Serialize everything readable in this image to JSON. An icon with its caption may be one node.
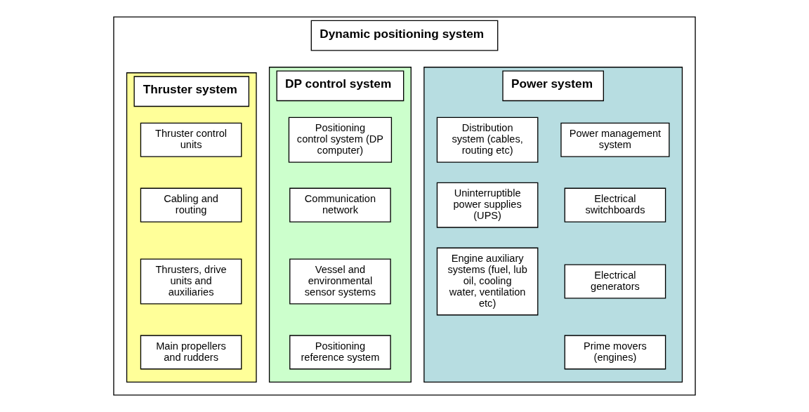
{
  "diagram": {
    "nodes": [
      {
        "text": [
          "Dynamic positioning system"
        ]
      },
      {
        "text": [
          "Power system"
        ],
        "in": 0
      },
      {
        "text": [
          "Power management system"
        ],
        "in": 1
      },
      {
        "text": [
          "Distribution system (cables, routing etc)"
        ],
        "in": 1
      },
      {
        "text": [
          "Electrical switchboards"
        ],
        "in": 1
      },
      {
        "text": [
          "Uninterruptible power supplies (UPS)"
        ],
        "in": 1
      },
      {
        "text": [
          "Electrical generators"
        ],
        "in": 1
      },
      {
        "text": [
          "Prime movers (engines)"
        ],
        "in": 1
      },
      {
        "text": [
          "Engine auxiliary systems (fuel, lub oil, cooling water, ventilation etc)"
        ],
        "in": 1
      },
      {
        "text": [
          "DP control system"
        ],
        "in": 0
      },
      {
        "text": [
          "Positioning control system (DP computer)"
        ],
        "in": 9
      },
      {
        "text": [
          "Communication network"
        ],
        "in": 9
      },
      {
        "text": [
          "Vessel and environmental sensor systems"
        ],
        "in": 9
      },
      {
        "text": [
          "Positioning reference system"
        ],
        "in": 9
      },
      {
        "text": [
          "Thruster system"
        ],
        "in": 0
      },
      {
        "text": [
          "Thruster control units"
        ],
        "in": 14
      },
      {
        "text": [
          "Cabling and routing"
        ],
        "in": 14
      },
      {
        "text": [
          "Thrusters, drive units and auxiliaries"
        ],
        "in": 14
      },
      {
        "text": [
          "Main propellers and rudders"
        ],
        "in": 14
      }
    ],
    "edges": []
  }
}
